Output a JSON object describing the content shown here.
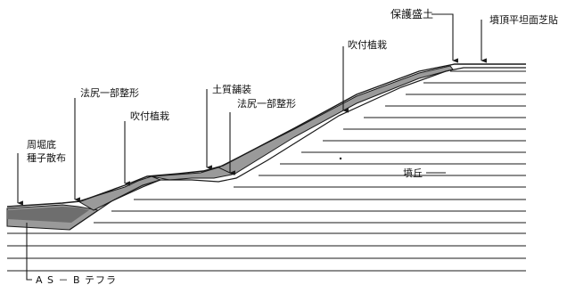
{
  "labels": {
    "hogo_morido": "保護盛土",
    "funchou_heitanmen_shibahari": "墳頂平坦面芝貼",
    "fukitsuke_shokusai_upper": "吹付植栽",
    "dositsu_hosou": "土質舗装",
    "norijiri_ichibu_seikei_right": "法尻一部整形",
    "norijiri_ichibu_seikei_left": "法尻一部整形",
    "fukitsuke_shokusai_lower": "吹付植栽",
    "shuukutei_line1": "周堀底",
    "shuukutei_line2": "種子散布",
    "funkyu": "墳丘",
    "tephra": "A S － B テフラ"
  },
  "colors": {
    "line": "#1a1a1a",
    "fill_cover": "#9a9a9a",
    "fill_dark": "#6e6e6e",
    "background": "#ffffff"
  }
}
